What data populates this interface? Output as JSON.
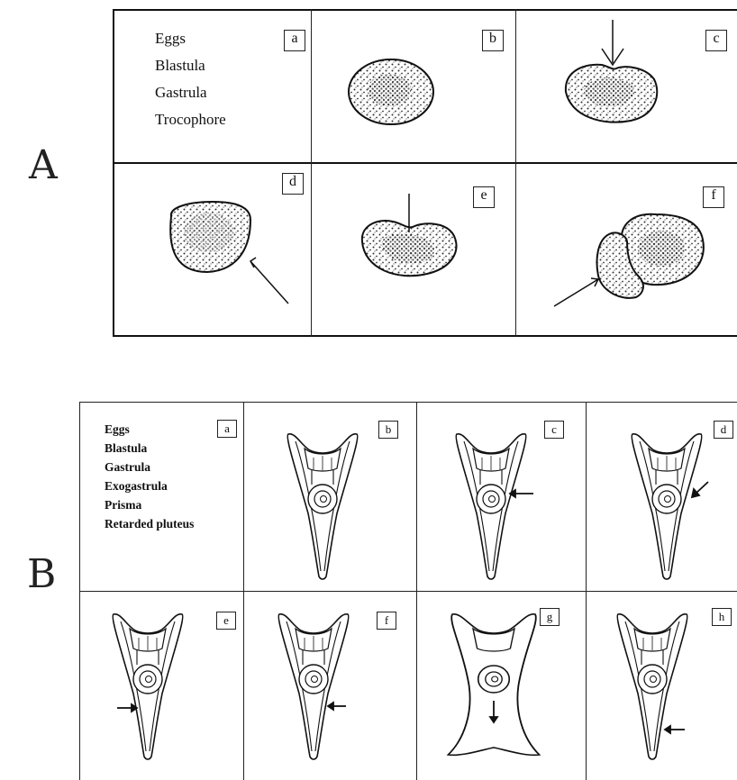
{
  "panels": [
    {
      "label": "A",
      "legend": [
        "Eggs",
        "Blastula",
        "Gastrula",
        "Trocophore"
      ],
      "cells": [
        "a",
        "b",
        "c",
        "d",
        "e",
        "f"
      ]
    },
    {
      "label": "B",
      "legend": [
        "Eggs",
        "Blastula",
        "Gastrula",
        "Exogastrula",
        "Prisma",
        "Retarded pluteus"
      ],
      "cells": [
        "a",
        "b",
        "c",
        "d",
        "e",
        "f",
        "g",
        "h"
      ]
    }
  ]
}
